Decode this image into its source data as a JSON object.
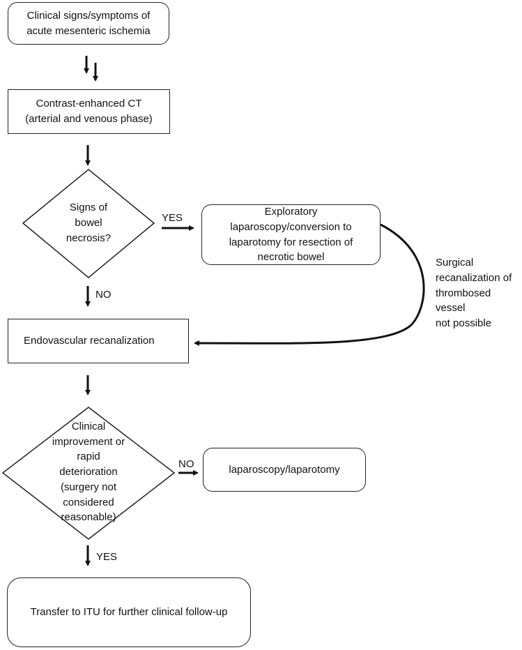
{
  "nodes": {
    "start": "Clinical signs/symptoms of\nacute mesenteric ischemia",
    "ct": "Contrast-enhanced CT\n(arterial and venous phase)",
    "decision_necrosis": "Signs of\nbowel\nnecrosis?",
    "laparoscopy_resection": "Exploratory\nlaparoscopy/conversion to\nlaparotomy for resection of\nnecrotic bowel",
    "endovascular": "Endovascular recanalization",
    "decision_improvement": "Clinical\nimprovement or\nrapid\ndeterioration\n(surgery not\nconsidered\nreasonable)",
    "laparoscopy_laparotomy": "laparoscopy/laparotomy",
    "transfer": "Transfer to ITU for further clinical follow-up"
  },
  "edge_labels": {
    "yes_1": "YES",
    "no_1": "NO",
    "no_2": "NO",
    "yes_2": "YES",
    "curve_note": "Surgical\nrecanalization of\nthrombosed vessel\nnot possible"
  }
}
